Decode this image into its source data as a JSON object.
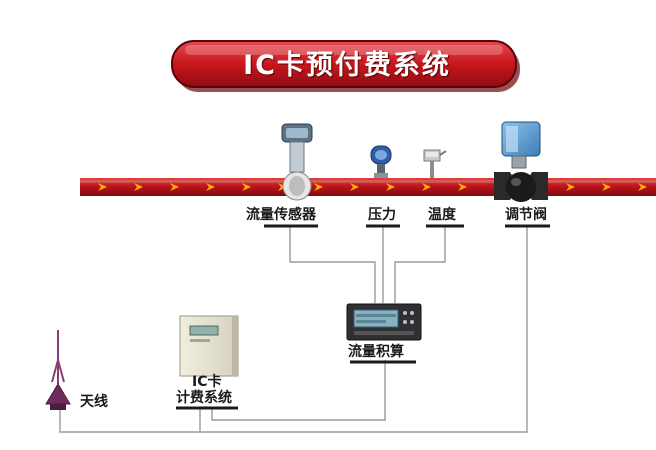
{
  "title": "IC卡预付费系统",
  "labels": {
    "flow_sensor": "流量传感器",
    "pressure": "压力",
    "temperature": "温度",
    "regulating_valve": "调节阀",
    "flow_totalizer": "流量积算",
    "ic_card_line1": "IC卡",
    "ic_card_line2": "计费系统",
    "antenna": "天线"
  },
  "icons": [
    "flow-sensor-icon",
    "pressure-gauge-icon",
    "temperature-sensor-icon",
    "valve-actuator-icon",
    "flow-totalizer-icon",
    "cabinet-icon",
    "antenna-icon"
  ],
  "colors": {
    "pipe": "#c0151b",
    "arrow": "#ffb000",
    "title_bg": "#c8161d",
    "wire": "#9a9a9a"
  }
}
